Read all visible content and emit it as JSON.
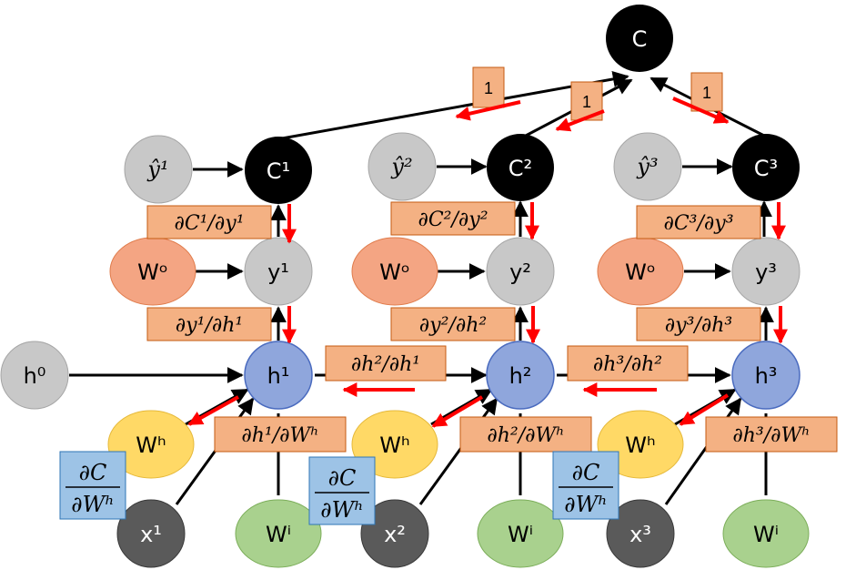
{
  "nodes": {
    "C": "C",
    "C1": "C¹",
    "C2": "C²",
    "C3": "C³",
    "yhat1": "ŷ¹",
    "yhat2": "ŷ²",
    "yhat3": "ŷ³",
    "Wo": "Wᵒ",
    "y1": "y¹",
    "y2": "y²",
    "y3": "y³",
    "h0": "h⁰",
    "h1": "h¹",
    "h2": "h²",
    "h3": "h³",
    "Wh": "Wʰ",
    "x1": "x¹",
    "x2": "x²",
    "x3": "x³",
    "Wi": "Wⁱ"
  },
  "labels": {
    "one": "1",
    "dC1dy1": "∂C¹/∂y¹",
    "dC2dy2": "∂C²/∂y²",
    "dC3dy3": "∂C³/∂y³",
    "dy1dh1": "∂y¹/∂h¹",
    "dy2dh2": "∂y²/∂h²",
    "dy3dh3": "∂y³/∂h³",
    "dh2dh1": "∂h²/∂h¹",
    "dh3dh2": "∂h³/∂h²",
    "dh1dWh": "∂h¹/∂Wʰ",
    "dh2dWh": "∂h²/∂Wʰ",
    "dh3dWh": "∂h³/∂Wʰ",
    "dC_num": "∂C",
    "dWh_den": "∂Wʰ"
  },
  "colors": {
    "black_node": "#000000",
    "gray_node": "#c8c8c8",
    "orange_node": "#f4a583",
    "blue_node": "#8fa6dc",
    "yellow_node": "#ffd966",
    "green_node": "#a9d18e",
    "dark_node": "#5a5a5a",
    "label_fill": "#f4b183",
    "label_stroke": "#c55a11",
    "grad_box_fill": "#9dc3e6",
    "grad_box_stroke": "#2e75b6",
    "red_arrow": "#ff0000"
  }
}
